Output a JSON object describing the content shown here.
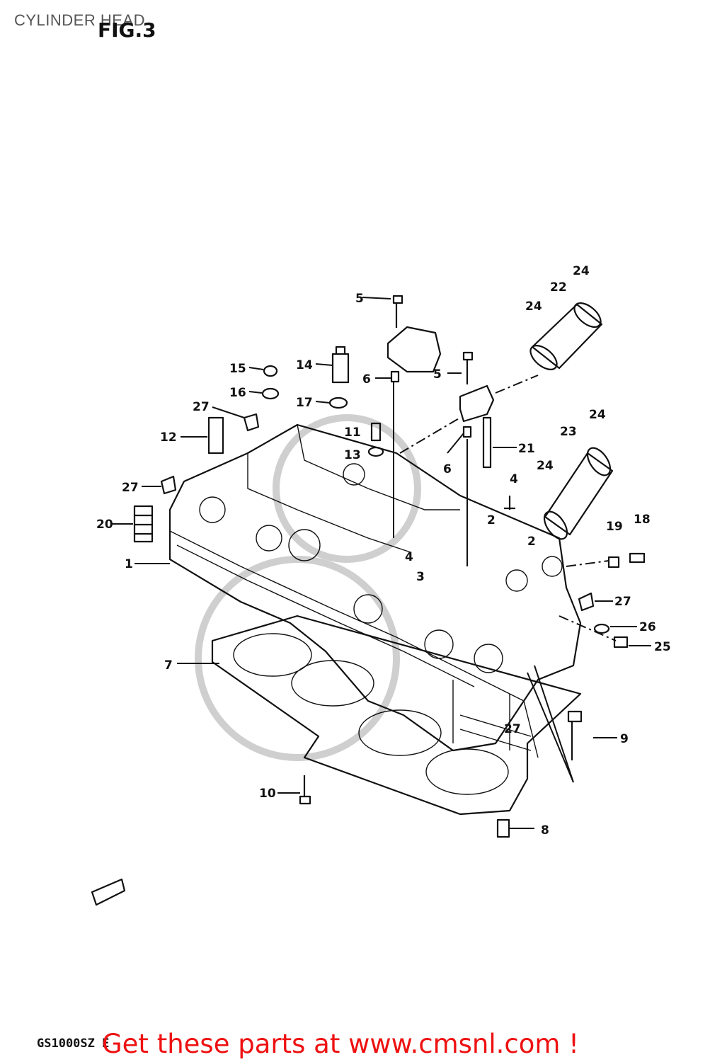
{
  "header": {
    "title": "CYLINDER HEAD",
    "figure_label": "FIG.3"
  },
  "diagram": {
    "part_labels": [
      "1",
      "2",
      "2",
      "3",
      "4",
      "4",
      "5",
      "5",
      "6",
      "6",
      "7",
      "8",
      "9",
      "10",
      "11",
      "12",
      "13",
      "14",
      "15",
      "16",
      "17",
      "18",
      "19",
      "20",
      "21",
      "22",
      "23",
      "24",
      "24",
      "24",
      "24",
      "25",
      "26",
      "27",
      "27",
      "27",
      "27"
    ]
  },
  "footer": {
    "model_code": "GS1000SZ E",
    "cta_text": "Get these parts at www.cmsnl.com !"
  }
}
